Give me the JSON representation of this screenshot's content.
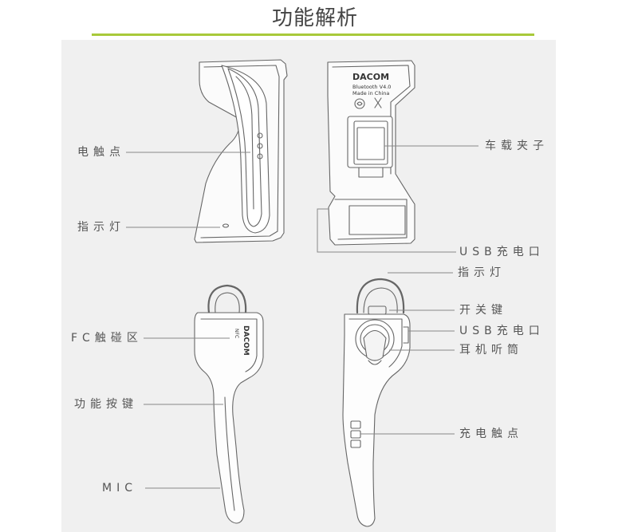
{
  "page": {
    "title": "功能解析",
    "accent_color": "#a8c93a"
  },
  "device": {
    "brand": "DACOM",
    "model_line": "Bluetooth V4.0",
    "origin_line": "Made in China",
    "side_brand": "DACOM",
    "side_nfc": "NFC"
  },
  "callouts": {
    "electric_contact": "电触点",
    "indicator_left": "指示灯",
    "car_clip": "车载夹子",
    "usb_port_top": "USB充电口",
    "indicator_right": "指示灯",
    "nfc_area": "FC触碰区",
    "power_switch": "开关键",
    "usb_port_right": "USB充电口",
    "earpiece": "耳机听筒",
    "function_key": "功能按键",
    "charge_contact": "充电触点",
    "mic": "MIC"
  }
}
